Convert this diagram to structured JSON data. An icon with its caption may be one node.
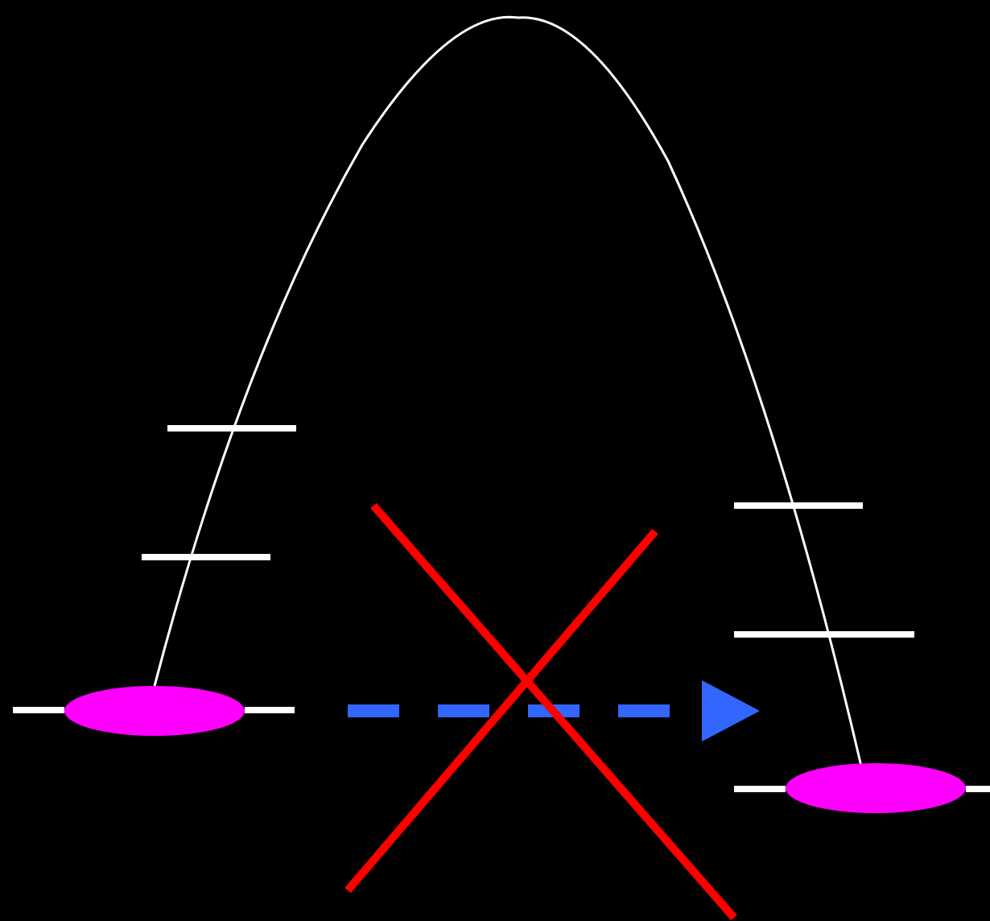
{
  "diagram": {
    "nodes": [
      {
        "text": [],
        "shape": "ellipse"
      },
      {
        "text": [],
        "shape": "ellipse"
      }
    ],
    "edges": [
      {
        "from": 0,
        "to": 1,
        "arrow": "none"
      },
      {
        "from": 0,
        "to": null,
        "arrow": "to",
        "style": "dashed",
        "color": "#3366ff"
      }
    ]
  }
}
